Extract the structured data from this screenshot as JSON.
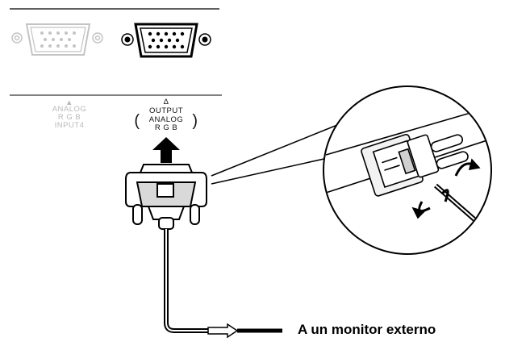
{
  "panel": {
    "input4": {
      "line1": "ANALOG",
      "line2": "R G B",
      "line3": "INPUT4",
      "triangle": "▲"
    },
    "output": {
      "title": "OUTPUT",
      "paren_open": "(",
      "line2": "ANALOG",
      "line3": "R G B",
      "paren_close": ")",
      "triangle": "Δ"
    }
  },
  "caption": "A un monitor externo",
  "colors": {
    "ink": "#000000",
    "faded": "#b9b9b9",
    "connector_fill": "#d9d9d9",
    "background": "#ffffff"
  }
}
